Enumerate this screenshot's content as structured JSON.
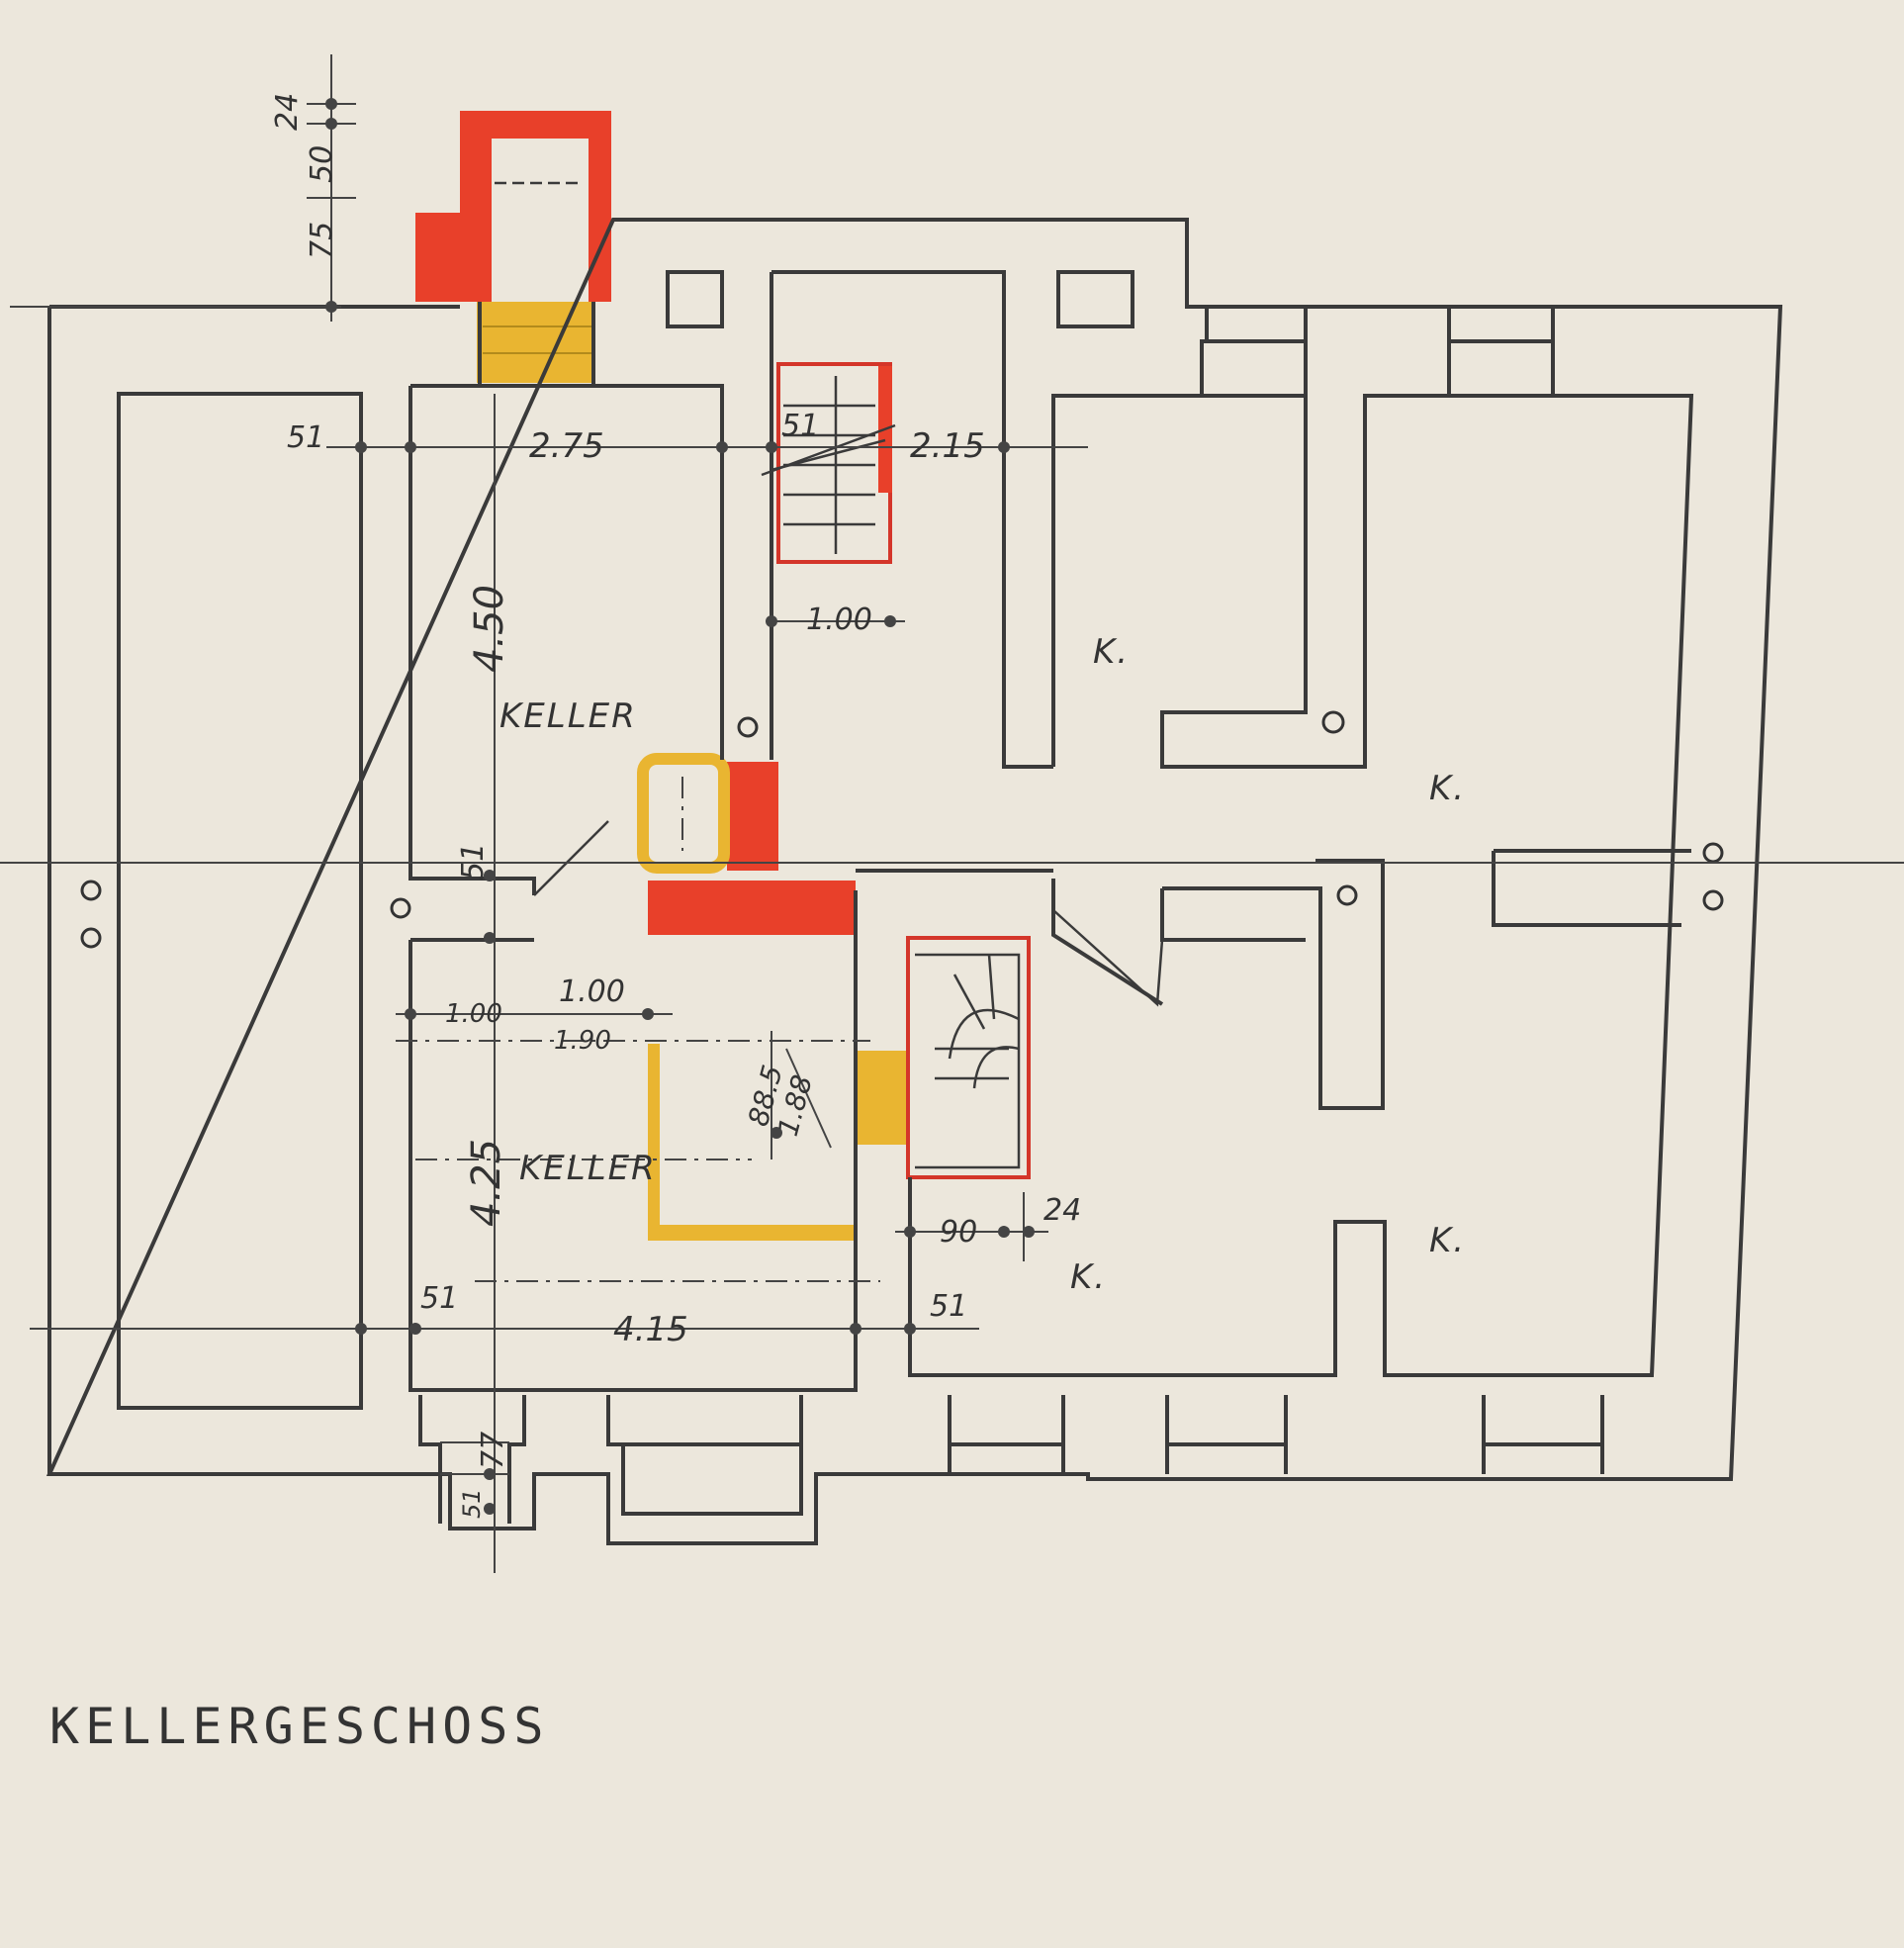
{
  "plan": {
    "title": "KELLERGESCHOSS",
    "rooms": {
      "keller_upper": "KELLER",
      "keller_lower": "KELLER",
      "k_top": "K.",
      "k_right": "K.",
      "k_bottom_mid": "K.",
      "k_bottom_right": "K."
    },
    "dimensions": {
      "top_24": "24",
      "top_50": "50",
      "top_75": "75",
      "d_51_left": "51",
      "d_275": "2.75",
      "d_51_stair": "51",
      "d_215": "2.15",
      "d_450": "4.50",
      "d_100_stair": "1.00",
      "d_51_mid": "51",
      "d_100_a": "1.00",
      "d_100_b": "1.00",
      "d_190": "1.90",
      "d_885": "88.5",
      "d_188": "1.88",
      "d_425": "4.25",
      "d_90": "90",
      "d_24_b": "24",
      "d_51_bl": "51",
      "d_415": "4.15",
      "d_51_br": "51",
      "d_77": "77",
      "d_51_bot": "51"
    },
    "colors": {
      "paper": "#ece7dc",
      "line": "#3a3a3a",
      "red_fill": "#e8402a",
      "yellow_fill": "#e9b531",
      "red_outline": "#d4362a"
    }
  }
}
